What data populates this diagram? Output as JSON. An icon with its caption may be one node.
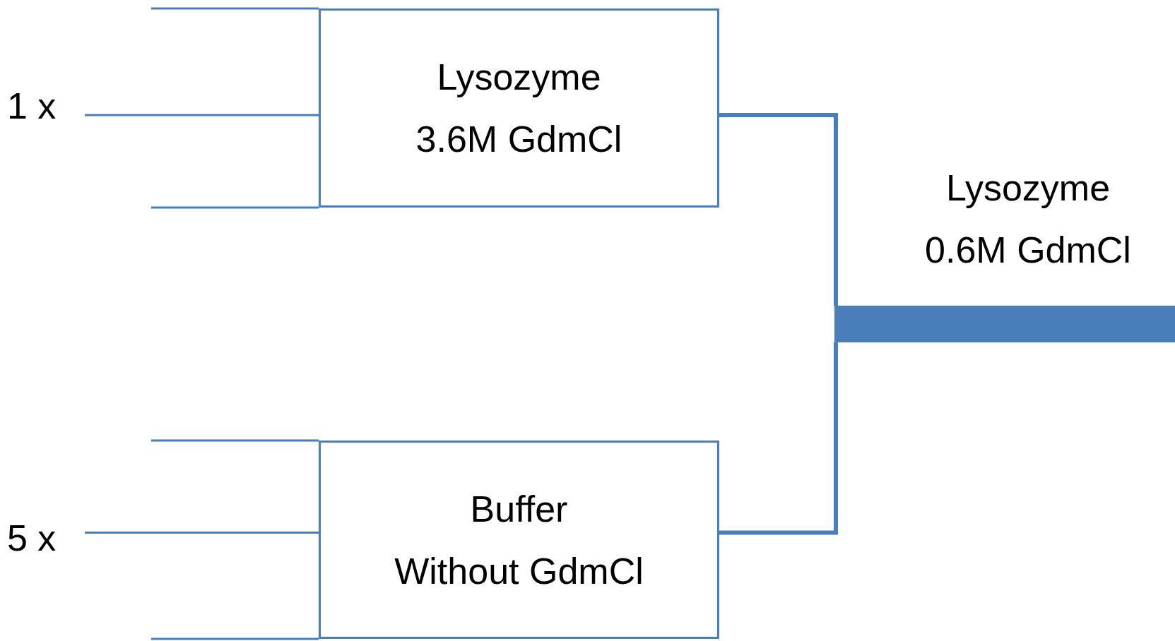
{
  "diagram": {
    "nodes": [
      {
        "text": [
          "Lysozyme",
          "3.6M GdmCl"
        ]
      },
      {
        "text": [
          "Buffer",
          "Without GdmCl"
        ]
      },
      {
        "text": [],
        "shape": "bar",
        "beside": [
          "Lysozyme",
          "0.6M GdmCl"
        ]
      }
    ],
    "edges": [
      {
        "from": 0,
        "to": 2,
        "arrow": "none"
      },
      {
        "from": 1,
        "to": 2,
        "arrow": "none"
      }
    ],
    "labels": [
      "1 x",
      "5 x"
    ]
  }
}
